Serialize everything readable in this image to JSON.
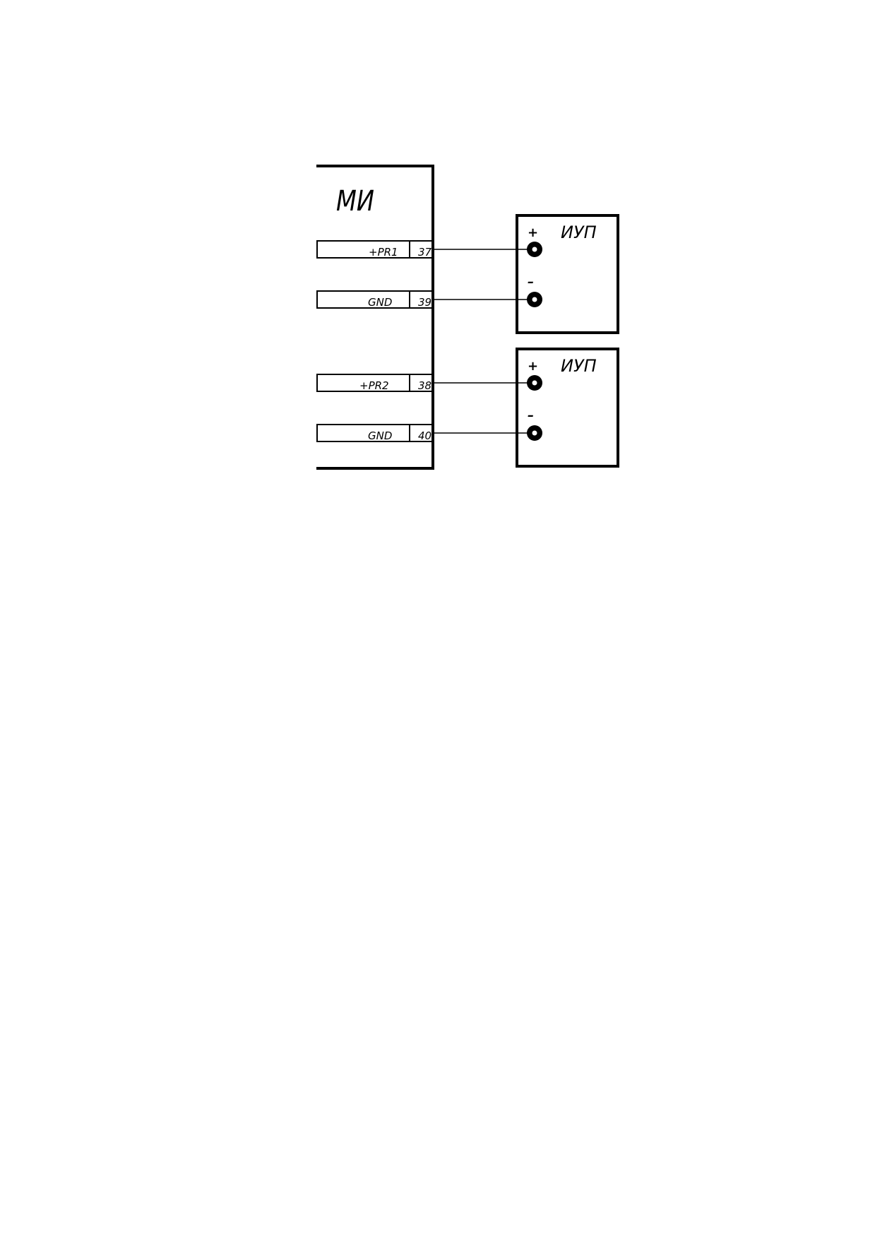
{
  "main_unit": {
    "title": "МИ",
    "pins": [
      {
        "signal": "+PR1",
        "number": "37"
      },
      {
        "signal": "GND",
        "number": "39"
      },
      {
        "signal": "+PR2",
        "number": "38"
      },
      {
        "signal": "GND",
        "number": "40"
      }
    ]
  },
  "devices": [
    {
      "title": "ИУП",
      "plus_label": "+",
      "minus_label": "–"
    },
    {
      "title": "ИУП",
      "plus_label": "+",
      "minus_label": "–"
    }
  ]
}
